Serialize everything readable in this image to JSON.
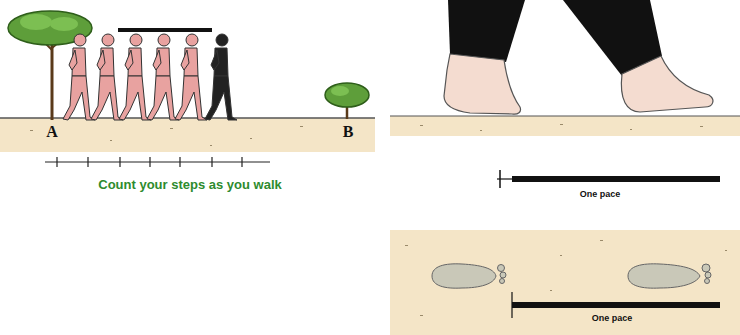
{
  "diagram": {
    "labels": [
      "A",
      "B",
      "Count your steps as you walk",
      "One pace",
      "One pace"
    ]
  }
}
